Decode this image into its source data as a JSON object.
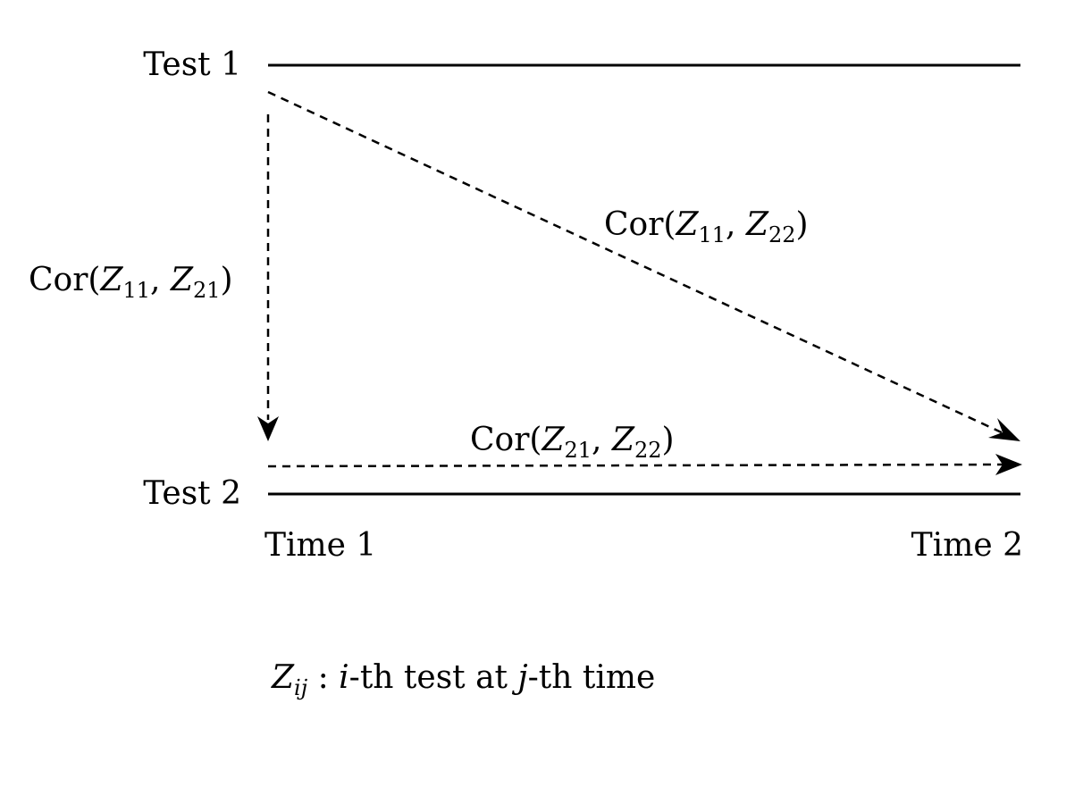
{
  "rows": {
    "test1": "Test 1",
    "test2": "Test 2"
  },
  "columns": {
    "time1": "Time 1",
    "time2": "Time 2"
  },
  "correlations": {
    "vertical": {
      "fn": "Cor(",
      "a": "Z",
      "a_sub": "11",
      "sep": ", ",
      "b": "Z",
      "b_sub": "21",
      "close": ")"
    },
    "diagonal": {
      "fn": "Cor(",
      "a": "Z",
      "a_sub": "11",
      "sep": ", ",
      "b": "Z",
      "b_sub": "22",
      "close": ")"
    },
    "horizontal": {
      "fn": "Cor(",
      "a": "Z",
      "a_sub": "21",
      "sep": ", ",
      "b": "Z",
      "b_sub": "22",
      "close": ")"
    }
  },
  "legend": {
    "var": "Z",
    "var_sub": "ij",
    "colon": " : ",
    "i": "i",
    "mid": "-th test at ",
    "j": "j",
    "end": "-th time"
  }
}
